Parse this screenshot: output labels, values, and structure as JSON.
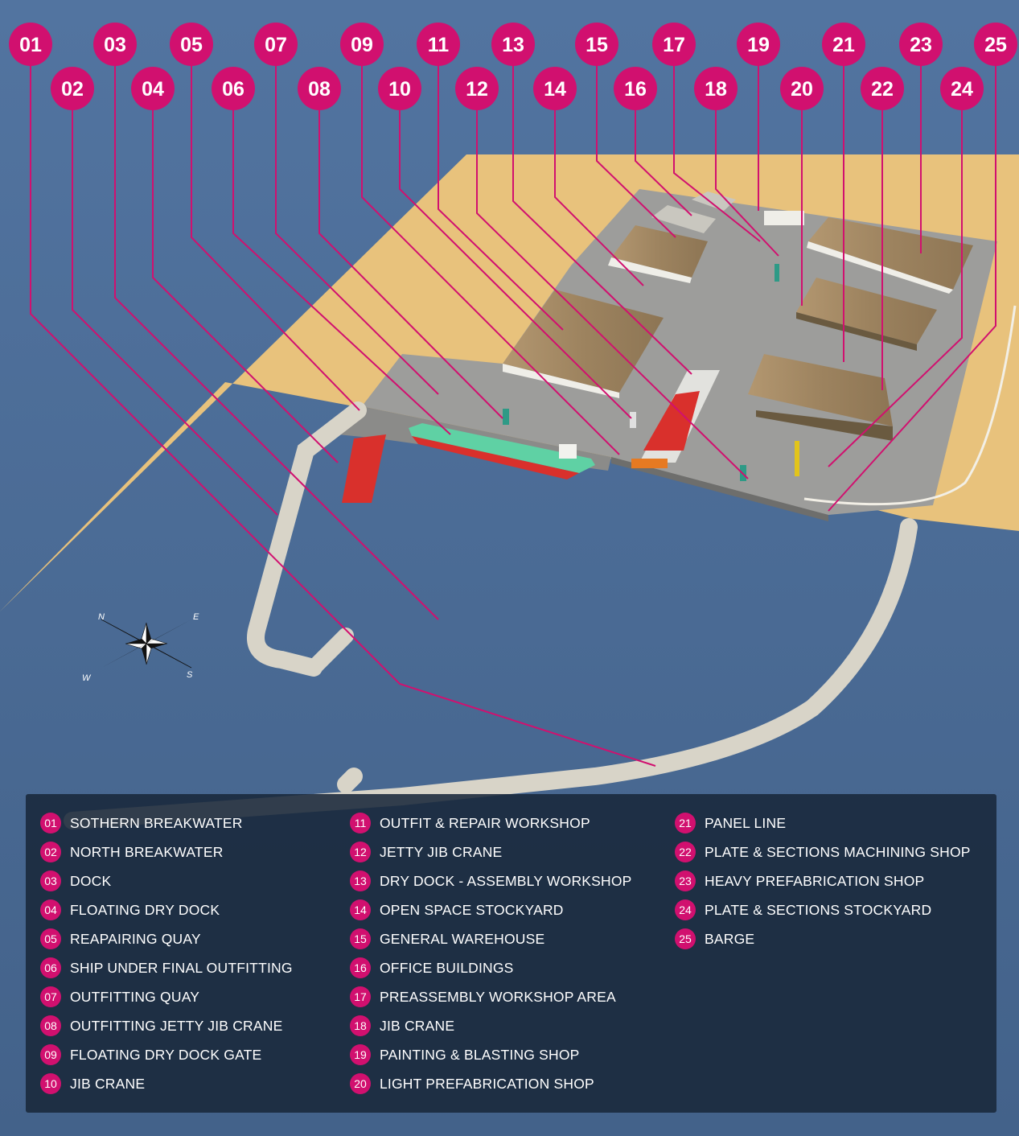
{
  "callouts": [
    "01",
    "02",
    "03",
    "04",
    "05",
    "06",
    "07",
    "08",
    "09",
    "10",
    "11",
    "12",
    "13",
    "14",
    "15",
    "16",
    "17",
    "18",
    "19",
    "20",
    "21",
    "22",
    "23",
    "24",
    "25"
  ],
  "compass": {
    "n": "N",
    "e": "E",
    "s": "S",
    "w": "W"
  },
  "legend": {
    "columns": [
      [
        {
          "num": "01",
          "label": "SOTHERN BREAKWATER"
        },
        {
          "num": "02",
          "label": "NORTH BREAKWATER"
        },
        {
          "num": "03",
          "label": "DOCK"
        },
        {
          "num": "04",
          "label": "FLOATING DRY DOCK"
        },
        {
          "num": "05",
          "label": "REAPAIRING QUAY"
        },
        {
          "num": "06",
          "label": "SHIP UNDER FINAL OUTFITTING"
        },
        {
          "num": "07",
          "label": "OUTFITTING QUAY"
        },
        {
          "num": "08",
          "label": "OUTFITTING JETTY JIB CRANE"
        },
        {
          "num": "09",
          "label": "FLOATING DRY DOCK GATE"
        },
        {
          "num": "10",
          "label": "JIB CRANE"
        }
      ],
      [
        {
          "num": "11",
          "label": "OUTFIT & REPAIR WORKSHOP"
        },
        {
          "num": "12",
          "label": "JETTY JIB CRANE"
        },
        {
          "num": "13",
          "label": "DRY DOCK - ASSEMBLY WORKSHOP"
        },
        {
          "num": "14",
          "label": "OPEN SPACE STOCKYARD"
        },
        {
          "num": "15",
          "label": "GENERAL WAREHOUSE"
        },
        {
          "num": "16",
          "label": "OFFICE BUILDINGS"
        },
        {
          "num": "17",
          "label": "PREASSEMBLY WORKSHOP AREA"
        },
        {
          "num": "18",
          "label": "JIB CRANE"
        },
        {
          "num": "19",
          "label": "PAINTING & BLASTING SHOP"
        },
        {
          "num": "20",
          "label": "LIGHT PREFABRICATION SHOP"
        }
      ],
      [
        {
          "num": "21",
          "label": "PANEL LINE"
        },
        {
          "num": "22",
          "label": "PLATE & SECTIONS MACHINING SHOP"
        },
        {
          "num": "23",
          "label": "HEAVY PREFABRICATION SHOP"
        },
        {
          "num": "24",
          "label": "PLATE & SECTIONS STOCKYARD"
        },
        {
          "num": "25",
          "label": "BARGE"
        }
      ]
    ]
  },
  "colors": {
    "callout": "#d1106f",
    "sea": "#4a6a90",
    "land": "#e8c27c",
    "yard": "#9c9c9a",
    "roof": "#a88d68",
    "ship_hull": "#d9302c",
    "ship_deck": "#5fd1a4",
    "legend_bg": "#19283a"
  }
}
